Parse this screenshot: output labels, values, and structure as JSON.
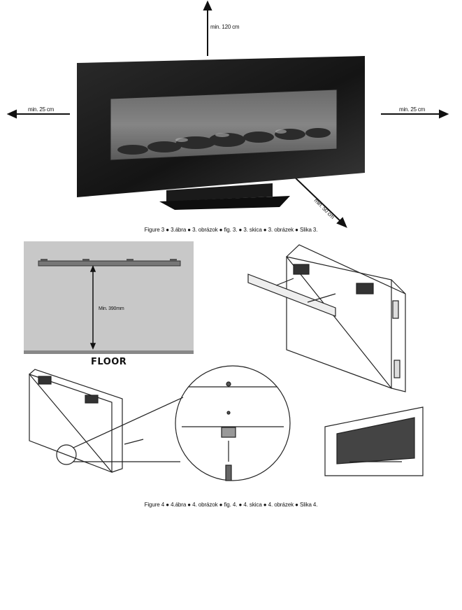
{
  "figure3": {
    "labels": {
      "top": "min. 120 cm",
      "left": "min. 25 cm",
      "right": "min. 25 cm",
      "diagonal": "min. 50 cm"
    },
    "caption": "Figure 3 ● 3.ábra ● 3. obrázok ● fig. 3. ● 3. skica ● 3. obrázek ● Slika 3."
  },
  "figure4": {
    "bracket_height_label": "Min. 390mm",
    "floor_label": "FLOOR",
    "caption": "Figure 4 ● 4.ábra ● 4. obrázok ● fig. 4. ● 4. skica ● 4. obrázek ● Slika 4."
  }
}
